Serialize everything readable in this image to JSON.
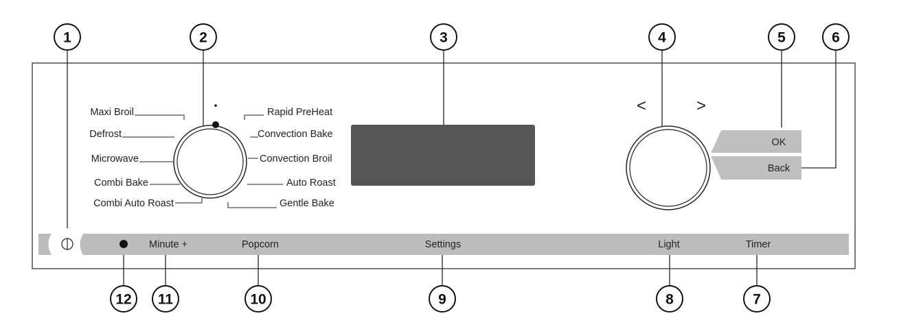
{
  "callouts": [
    "1",
    "2",
    "3",
    "4",
    "5",
    "6",
    "7",
    "8",
    "9",
    "10",
    "11",
    "12"
  ],
  "dial_modes": {
    "left": [
      "Maxi Broil",
      "Defrost",
      "Microwave",
      "Combi Bake",
      "Combi Auto Roast"
    ],
    "right": [
      "Rapid PreHeat",
      "Convection Bake",
      "Convection Broil",
      "Auto Roast",
      "Gentle Bake"
    ]
  },
  "nav": {
    "prev_symbol": "<",
    "next_symbol": ">"
  },
  "buttons": {
    "ok_label": "OK",
    "back_label": "Back"
  },
  "sensor_strip": {
    "power_icon": "power-icon",
    "dot_icon": "dot-icon",
    "minute_plus": "Minute +",
    "popcorn": "Popcorn",
    "settings": "Settings",
    "light": "Light",
    "timer": "Timer"
  },
  "colors": {
    "display": "#555555",
    "strip": "#bcbcbc",
    "button": "#bfbfbf",
    "outline": "#333333"
  }
}
